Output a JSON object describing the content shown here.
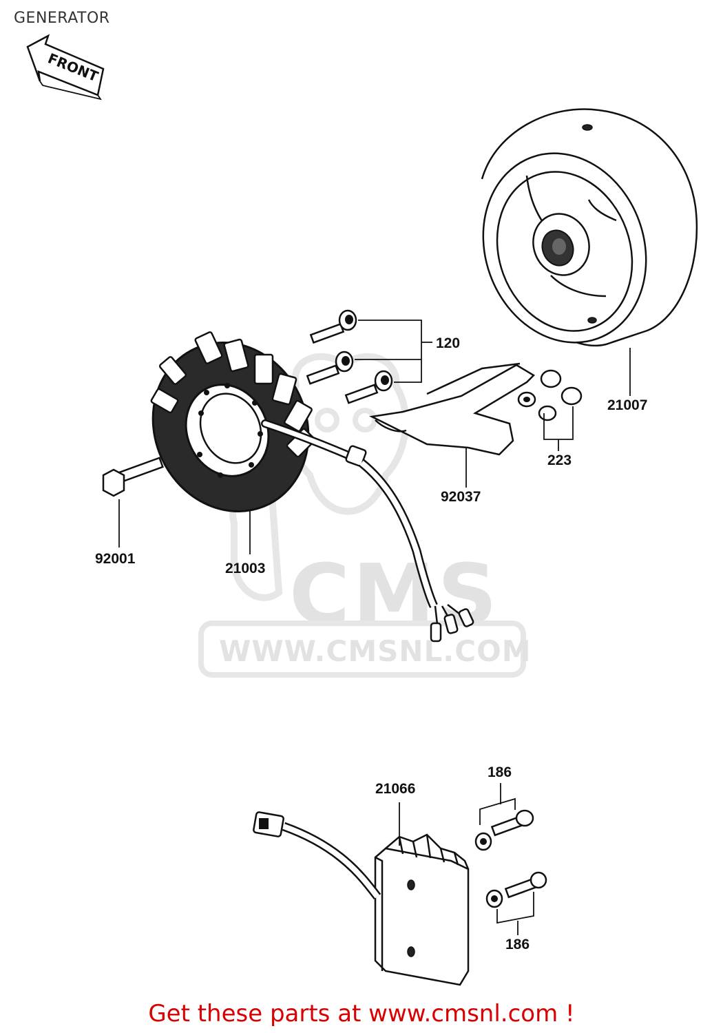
{
  "page_title": "GENERATOR",
  "front_marker": "FRONT",
  "watermark": {
    "logo_text": "CMS",
    "url_text": "WWW.CMSNL.COM"
  },
  "parts": {
    "bolts_120": "120",
    "flywheel": "21007",
    "bracket": "92037",
    "washers": "223",
    "bolt_92001": "92001",
    "stator": "21003",
    "regulator": "21066",
    "screw_upper": "186",
    "screw_lower": "186"
  },
  "footer": {
    "link_text": "Get these parts at www.cmsnl.com !"
  },
  "colors": {
    "footer_link": "#d80000",
    "line_art": "#111111",
    "watermark": "#e2e2e2"
  }
}
